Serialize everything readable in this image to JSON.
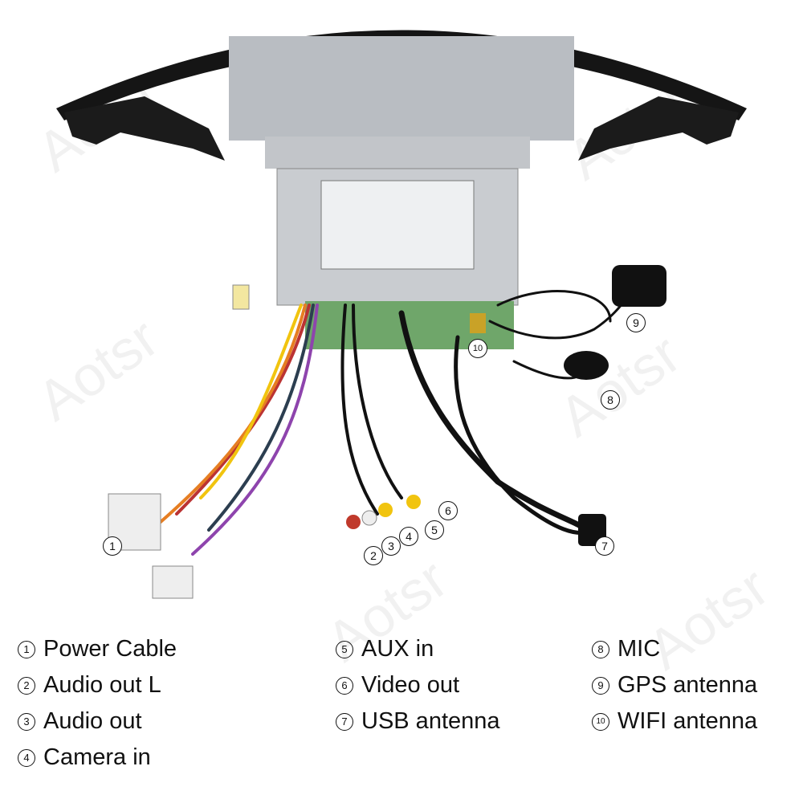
{
  "watermark": "Aotsr",
  "callouts": [
    "1",
    "2",
    "3",
    "4",
    "5",
    "6",
    "7",
    "8",
    "9",
    "10"
  ],
  "legend": [
    {
      "num": "1",
      "label": "Power Cable"
    },
    {
      "num": "2",
      "label": "Audio out L"
    },
    {
      "num": "3",
      "label": "Audio out"
    },
    {
      "num": "4",
      "label": "Camera in"
    },
    {
      "num": "5",
      "label": "AUX in"
    },
    {
      "num": "6",
      "label": "Video out"
    },
    {
      "num": "7",
      "label": "USB antenna"
    },
    {
      "num": "8",
      "label": "MIC"
    },
    {
      "num": "9",
      "label": "GPS antenna"
    },
    {
      "num": "10",
      "label": "WIFI antenna"
    }
  ],
  "colors": {
    "frame": "#151515",
    "unit": "#c9ccd0",
    "bracket": "#6fa66a",
    "text": "#111111"
  }
}
